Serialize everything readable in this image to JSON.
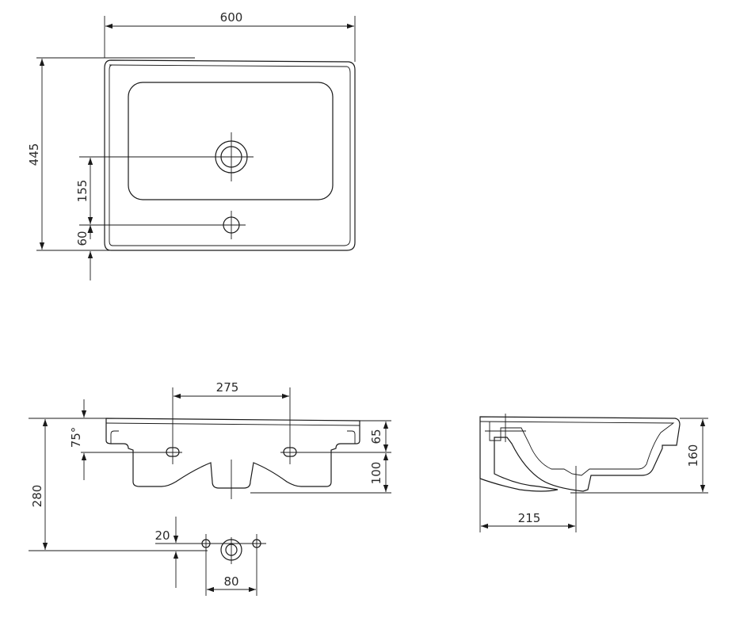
{
  "top_view": {
    "width_label": "600",
    "depth_label": "445",
    "hole_offset_label": "155",
    "edge_offset_label": "60"
  },
  "front_view": {
    "hole_spacing_label": "275",
    "angle_label": "75°",
    "height_label": "280",
    "rim_height_label": "65",
    "bowl_depth_label": "100",
    "tap_offset_label": "20",
    "tap_spacing_label": "80"
  },
  "side_view": {
    "height_label": "160",
    "drain_offset_label": "215"
  }
}
